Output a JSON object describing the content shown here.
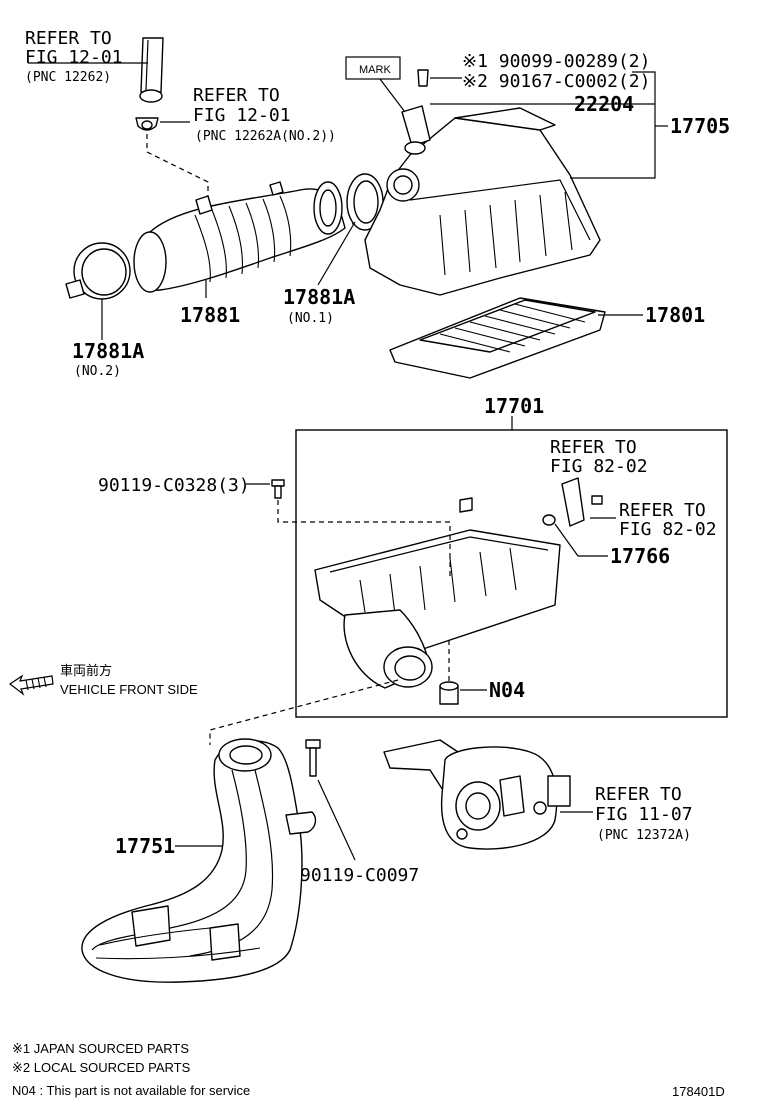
{
  "refs": {
    "top_left": {
      "l1": "REFER TO",
      "l2": "FIG 12-01",
      "l3": "(PNC 12262)"
    },
    "top_mid": {
      "l1": "REFER TO",
      "l2": "FIG 12-01",
      "l3": "(PNC 12262A(NO.2))"
    },
    "bracket_upper": {
      "l1": "REFER TO",
      "l2": "FIG 82-02"
    },
    "bracket_lower": {
      "l1": "REFER TO",
      "l2": "FIG 82-02"
    },
    "mount": {
      "l1": "REFER TO",
      "l2": "FIG 11-07",
      "l3": "(PNC 12372A)"
    }
  },
  "parts": {
    "mark": "MARK",
    "bolt1": "※1 90099-00289(2)",
    "bolt2": "※2 90167-C0002(2)",
    "sensor": "22204",
    "cap": "17705",
    "hose": "17881",
    "clamp1": "17881A",
    "clamp1_sub": "(NO.1)",
    "clamp2": "17881A",
    "clamp2_sub": "(NO.2)",
    "filter": "17801",
    "case": "17701",
    "bolt3": "90119-C0328(3)",
    "grommet": "17766",
    "n04": "N04",
    "duct": "17751",
    "bolt4": "90119-C0097"
  },
  "direction": {
    "jp": "車両前方",
    "en": "VEHICLE FRONT SIDE"
  },
  "notes": {
    "n1": "※1 JAPAN SOURCED PARTS",
    "n2": "※2 LOCAL SOURCED PARTS",
    "n3": "N04 : This part is not available for service"
  },
  "figure_id": "178401D"
}
